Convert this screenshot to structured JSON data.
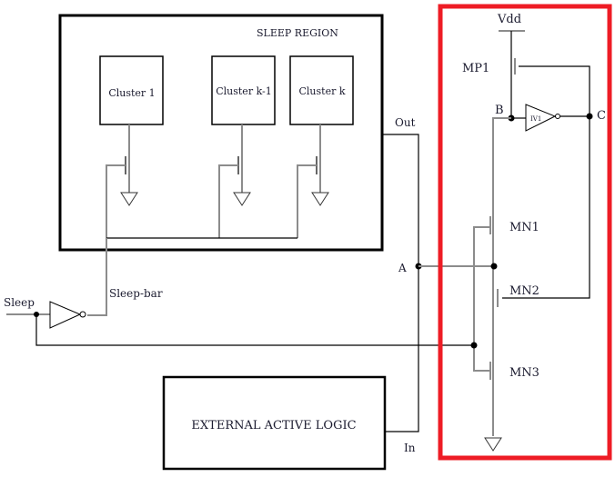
{
  "diagram": {
    "sleep_region": {
      "title": "SLEEP REGION",
      "clusters": [
        {
          "label": "Cluster 1"
        },
        {
          "label": "Cluster k-1"
        },
        {
          "label": "Cluster k"
        }
      ]
    },
    "nodes": {
      "out": "Out",
      "in": "In",
      "a": "A",
      "b": "B",
      "c": "C",
      "vdd": "Vdd",
      "sleep": "Sleep",
      "sleep_bar": "Sleep-bar"
    },
    "transistors": {
      "mp1": "MP1",
      "mn1": "MN1",
      "mn2": "MN2",
      "mn3": "MN3"
    },
    "inverter": {
      "label": "IV1"
    },
    "external_logic": {
      "label": "EXTERNAL ACTIVE LOGIC"
    },
    "highlight_color": "#ee1c25"
  }
}
